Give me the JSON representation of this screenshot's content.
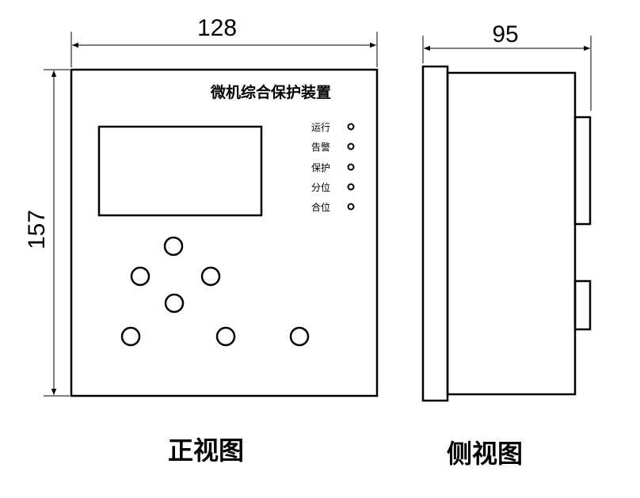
{
  "dimensions": {
    "front_width": "128",
    "front_height": "157",
    "side_depth": "95"
  },
  "front_panel": {
    "title": "微机综合保护装置",
    "indicators": [
      {
        "label": "运行"
      },
      {
        "label": "告警"
      },
      {
        "label": "保护"
      },
      {
        "label": "分位"
      },
      {
        "label": "合位"
      }
    ]
  },
  "captions": {
    "front_view": "正视图",
    "side_view": "侧视图"
  }
}
